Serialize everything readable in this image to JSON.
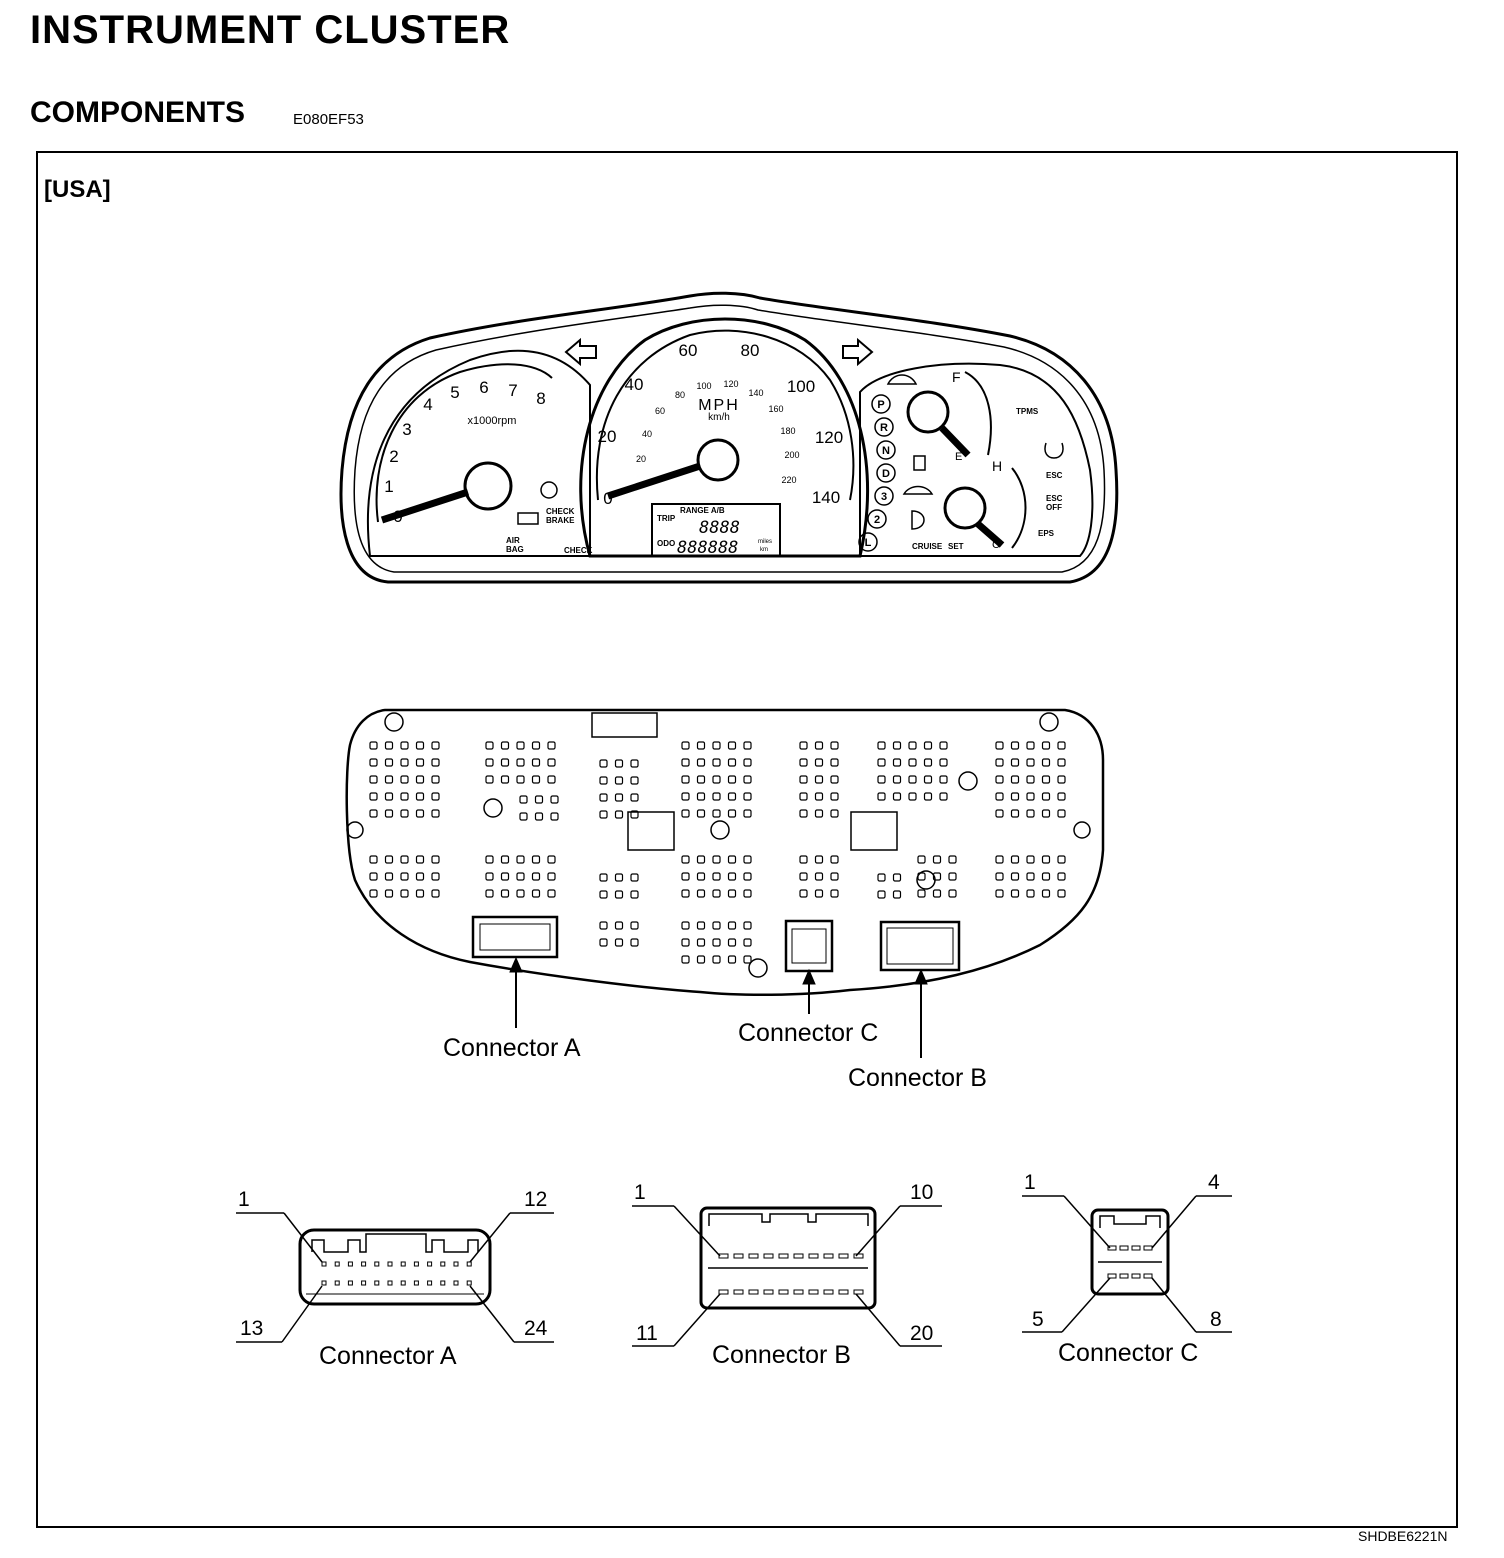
{
  "title": "INSTRUMENT CLUSTER",
  "section": "COMPONENTS",
  "section_code": "E080EF53",
  "region": "[USA]",
  "figure_id": "SHDBE6221N",
  "cluster": {
    "tach_ticks": [
      "0",
      "1",
      "2",
      "3",
      "4",
      "5",
      "6",
      "7",
      "8"
    ],
    "tach_unit": "x1000rpm",
    "speed_mph_ticks": [
      "0",
      "20",
      "40",
      "60",
      "80",
      "100",
      "120",
      "140"
    ],
    "speed_kmh_ticks": [
      "20",
      "40",
      "60",
      "80",
      "100",
      "120",
      "140",
      "160",
      "180",
      "200",
      "220"
    ],
    "speed_unit_mph": "MPH",
    "speed_unit_kmh": "km/h",
    "lcd_range": "RANGE A/B",
    "lcd_trip": "TRIP",
    "lcd_odo": "ODO",
    "lcd_digits_top": "8888",
    "lcd_digits_bottom": "888888",
    "lcd_unit_mi": "miles",
    "lcd_unit_km": "km",
    "gear_labels": [
      "P",
      "R",
      "N",
      "D",
      "3",
      "2",
      "L"
    ],
    "fuel_f": "F",
    "fuel_e": "E",
    "temp_h": "H",
    "temp_c": "C",
    "indicators": {
      "tpms": "TPMS",
      "esc": "ESC",
      "esc_off_1": "ESC",
      "esc_off_2": "OFF",
      "eps": "EPS",
      "cruise": "CRUISE",
      "set": "SET",
      "airbag_1": "AIR",
      "airbag_2": "BAG",
      "check": "CHECK",
      "check_brake_1": "CHECK",
      "check_brake_2": "BRAKE"
    }
  },
  "back_callouts": {
    "a": "Connector A",
    "c": "Connector C",
    "b": "Connector B"
  },
  "connector_details": {
    "a": {
      "label": "Connector A",
      "pins": [
        "1",
        "12",
        "13",
        "24"
      ]
    },
    "b": {
      "label": "Connector B",
      "pins": [
        "1",
        "10",
        "11",
        "20"
      ]
    },
    "c": {
      "label": "Connector C",
      "pins": [
        "1",
        "4",
        "5",
        "8"
      ]
    }
  }
}
